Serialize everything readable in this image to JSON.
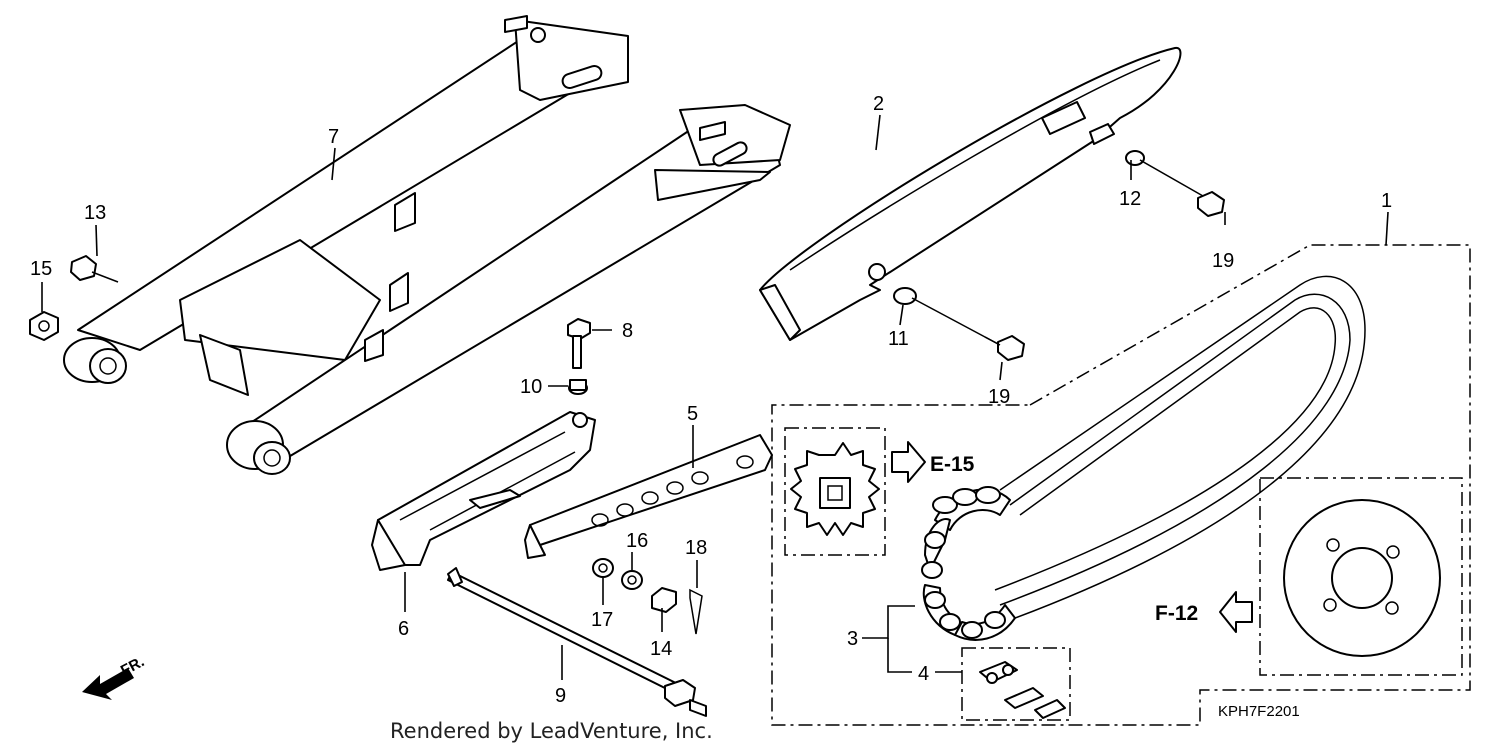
{
  "diagram": {
    "credit": "Rendered by LeadVenture, Inc.",
    "drawing_code": "KPH7F2201",
    "front_marker": "FR.",
    "refs": {
      "front_sprocket": "E-15",
      "rear_sprocket": "F-12"
    },
    "callouts": {
      "p1": "1",
      "p2": "2",
      "p3": "3",
      "p4": "4",
      "p5": "5",
      "p6": "6",
      "p7": "7",
      "p8": "8",
      "p9": "9",
      "p10": "10",
      "p11": "11",
      "p12": "12",
      "p13": "13",
      "p14": "14",
      "p15": "15",
      "p16": "16",
      "p17": "17",
      "p18": "18",
      "p19a": "19",
      "p19b": "19"
    }
  }
}
